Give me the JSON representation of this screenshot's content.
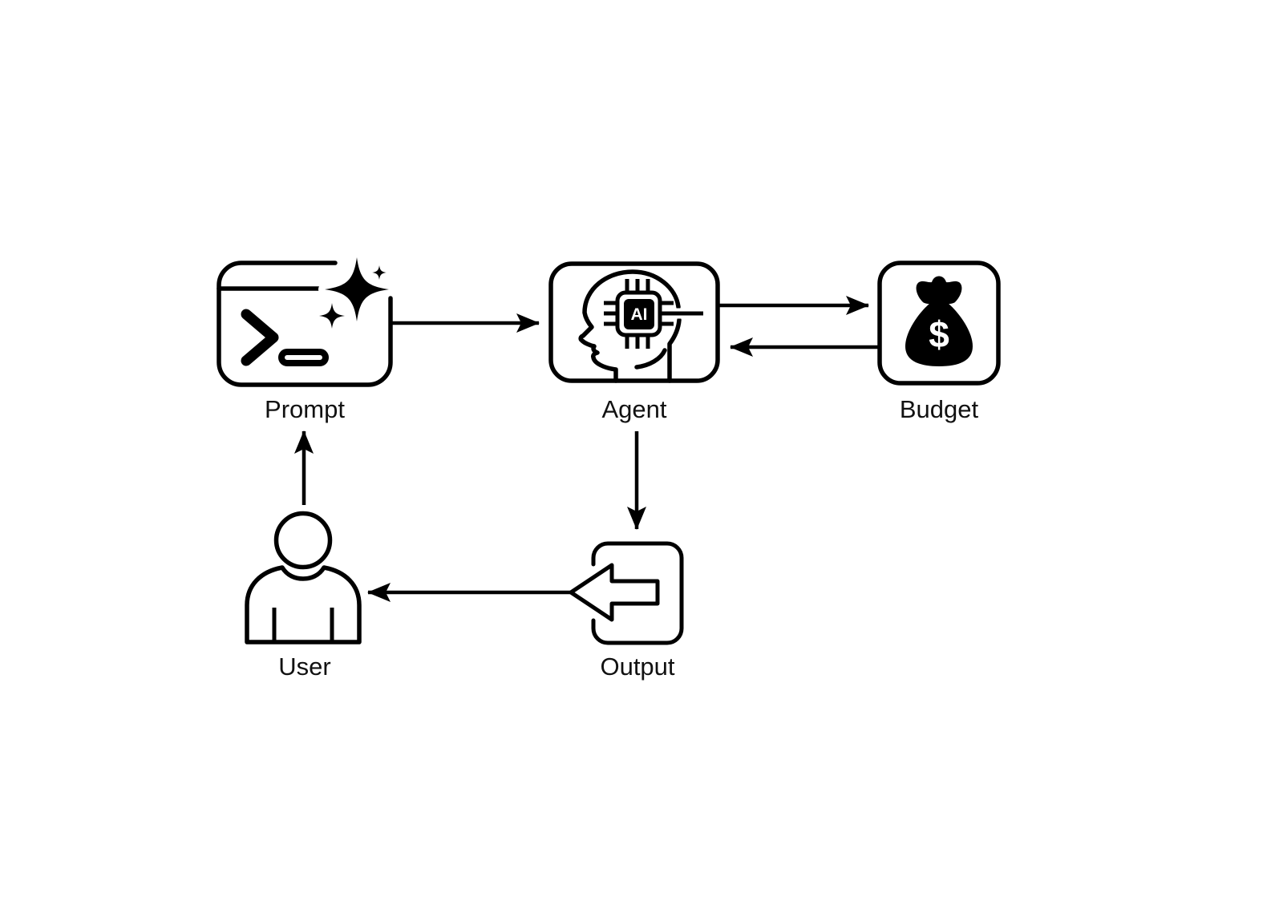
{
  "diagram": {
    "background": "#ffffff",
    "ink": "#000000",
    "nodes": {
      "prompt": {
        "label": "Prompt",
        "icon": "terminal-sparkles-icon"
      },
      "agent": {
        "label": "Agent",
        "icon": "head-ai-chip-icon",
        "chip_text": "AI"
      },
      "budget": {
        "label": "Budget",
        "icon": "money-bag-icon",
        "symbol": "$"
      },
      "output": {
        "label": "Output",
        "icon": "export-left-arrow-icon"
      },
      "user": {
        "label": "User",
        "icon": "person-icon"
      }
    },
    "edges": [
      {
        "from": "Prompt",
        "to": "Agent",
        "direction": "right"
      },
      {
        "from": "Agent",
        "to": "Budget",
        "direction": "right"
      },
      {
        "from": "Budget",
        "to": "Agent",
        "direction": "left"
      },
      {
        "from": "Agent",
        "to": "Output",
        "direction": "down"
      },
      {
        "from": "Output",
        "to": "User",
        "direction": "left"
      },
      {
        "from": "User",
        "to": "Prompt",
        "direction": "up"
      }
    ]
  }
}
